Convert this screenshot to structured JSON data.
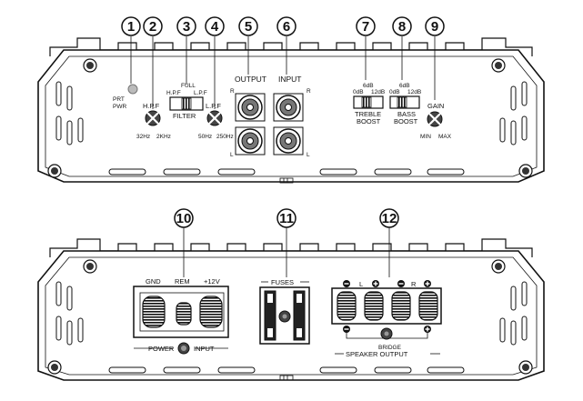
{
  "callouts": [
    "1",
    "2",
    "3",
    "4",
    "5",
    "6",
    "7",
    "8",
    "9",
    "10",
    "11",
    "12"
  ],
  "top_panel": {
    "prt_pwr": [
      "PRT",
      "PWR"
    ],
    "hpf": {
      "label": "H.P.F",
      "min": "32Hz",
      "max": "2KHz"
    },
    "filter": {
      "full": "FULL",
      "hpf": "H.P.F",
      "lpf": "L.P.F",
      "label": "FILTER"
    },
    "lpf": {
      "label": "L.P.F",
      "min": "50Hz",
      "max": "250Hz"
    },
    "output": "OUTPUT",
    "input": "INPUT",
    "side_r": "R",
    "side_l": "L",
    "treble": {
      "top": "6dB",
      "left": "0dB",
      "right": "12dB",
      "label1": "TREBLE",
      "label2": "BOOST"
    },
    "bass": {
      "top": "6dB",
      "left": "0dB",
      "right": "12dB",
      "label1": "BASS",
      "label2": "BOOST"
    },
    "gain": {
      "label": "GAIN",
      "min": "MIN",
      "max": "MAX"
    }
  },
  "bottom_panel": {
    "power": {
      "gnd": "GND",
      "rem": "REM",
      "plus12v": "+12V",
      "label_left": "POWER",
      "label_right": "INPUT"
    },
    "fuses": "FUSES",
    "speaker": {
      "l": "L",
      "r": "R",
      "bridge": "BRIDGE",
      "label": "SPEAKER OUTPUT"
    }
  }
}
